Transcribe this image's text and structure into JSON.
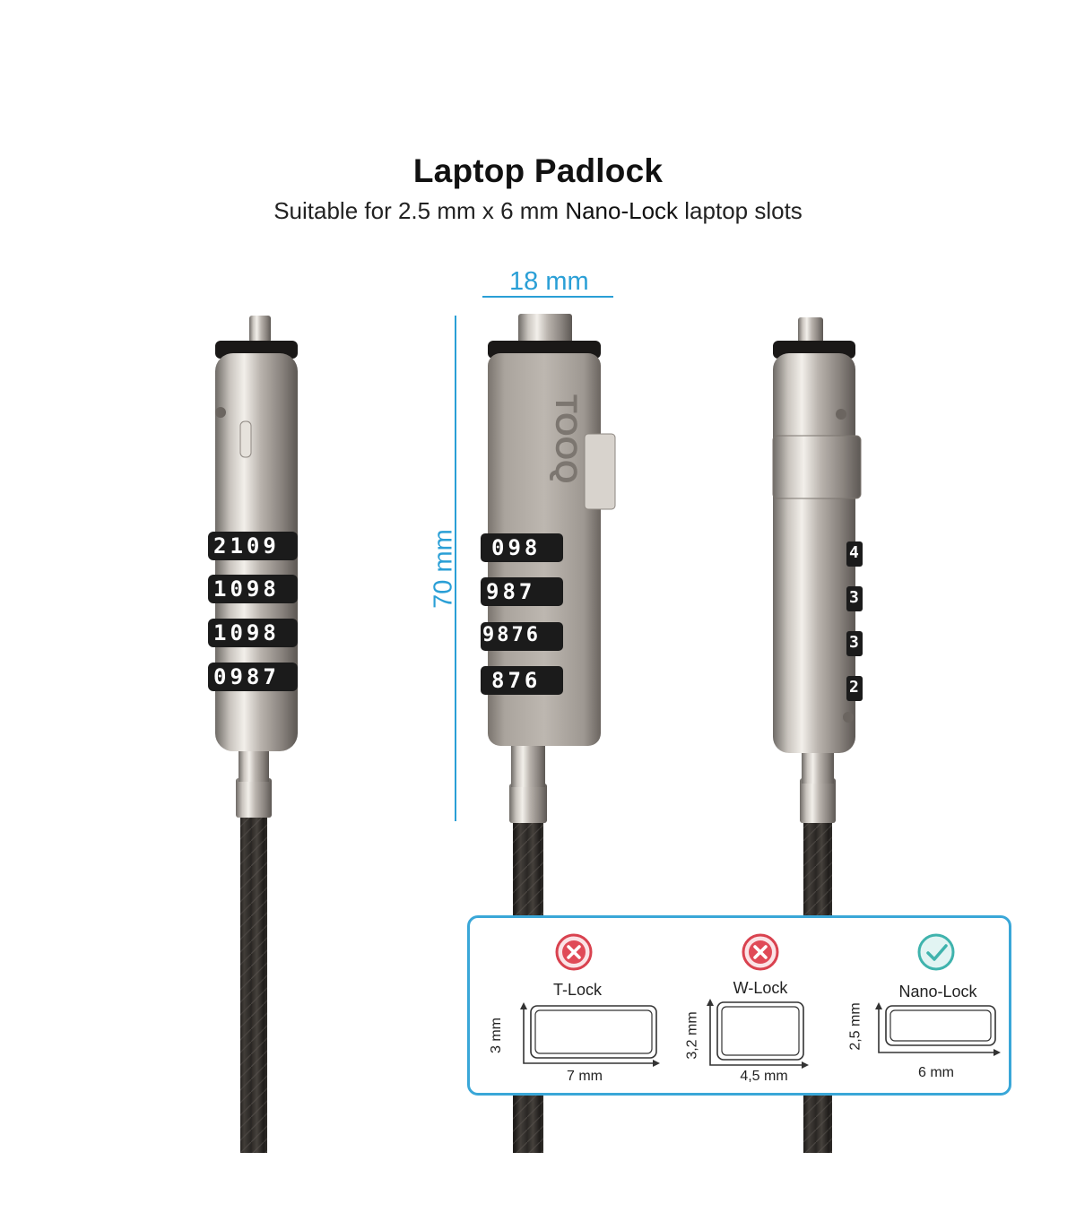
{
  "header": {
    "title": "Laptop Padlock",
    "subtitle_pre": "Suitable for 2.5 mm x 6 mm ",
    "subtitle_highlight": "Nano-Lock",
    "subtitle_post": " laptop slots"
  },
  "dimensions": {
    "width_label": "18 mm",
    "height_label": "70 mm",
    "accent_color": "#2a9fd6"
  },
  "brand": {
    "logo_text": "TOOQ"
  },
  "locks": {
    "left_wheels": [
      "2109",
      "1098",
      "1098",
      "0987"
    ],
    "center_wheels": [
      "098",
      "987",
      "9876",
      "876"
    ],
    "right_wheels": [
      "4",
      "3",
      "3",
      "2"
    ]
  },
  "compatibility": {
    "border_color": "#3aa7d8",
    "slots": [
      {
        "name": "T-Lock",
        "status": "incompatible",
        "status_icon": "x-circle-icon",
        "height_label": "3 mm",
        "width_label": "7 mm"
      },
      {
        "name": "W-Lock",
        "status": "incompatible",
        "status_icon": "x-circle-icon",
        "height_label": "3,2 mm",
        "width_label": "4,5 mm"
      },
      {
        "name": "Nano-Lock",
        "status": "compatible",
        "status_icon": "check-circle-icon",
        "height_label": "2,5 mm",
        "width_label": "6 mm"
      }
    ]
  }
}
